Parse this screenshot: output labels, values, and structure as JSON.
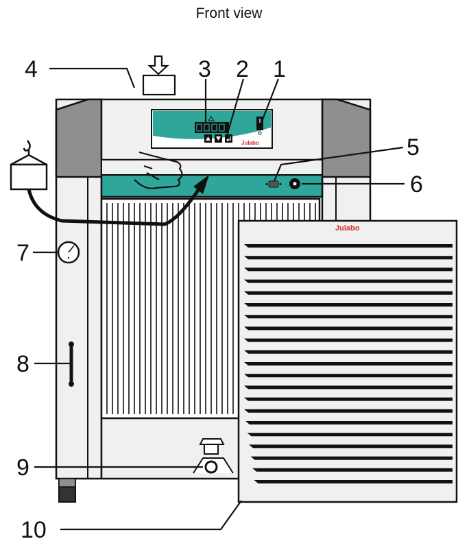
{
  "title": "Front view",
  "brand": "Julabo",
  "callouts": [
    "1",
    "2",
    "3",
    "4",
    "5",
    "6",
    "7",
    "8",
    "9",
    "10"
  ],
  "colors": {
    "teal": "#2fa69a",
    "panel": "#f0f0f0",
    "side_grey": "#8f8f8f",
    "outline": "#111111",
    "brand_red": "#d8262a"
  }
}
